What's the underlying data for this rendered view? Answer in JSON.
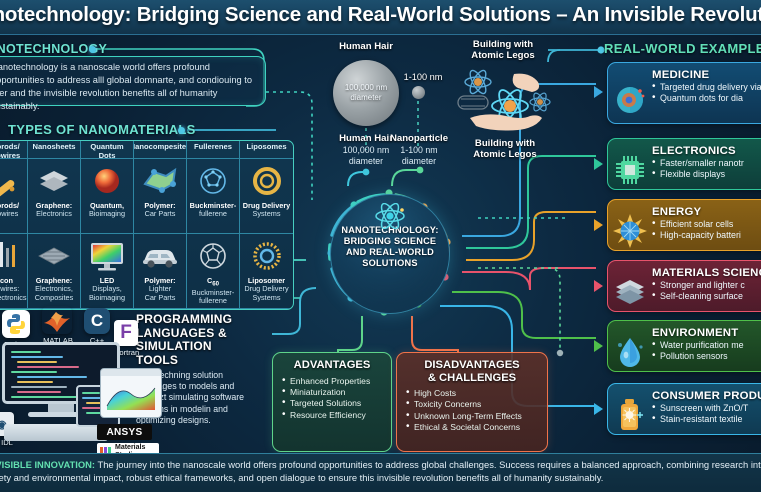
{
  "title": "Nanotechnology: Bridging Science and Real-World Solutions – An Invisible Revolution",
  "sections": {
    "nanotechnology_label": "NANOTECHNOLOGY",
    "types_label": "TYPES OF NANOMATERIALS",
    "examples_label": "REAL-WORLD EXAMPLES IN"
  },
  "intro": {
    "text": "Nanotechnology is a nanoscale world offers profound opportunities to address alll global domnarte, and condiouing to prer and the invisible revolution benefits all of humanity sustainably."
  },
  "nanomaterials": {
    "headers": [
      "Nanorods/\nNanowires",
      "Nanosheets",
      "Quantum Dots",
      "Nanocompesites",
      "Fullerenes",
      "Liposomes"
    ],
    "row1": [
      {
        "bold": "Nanorods/",
        "rest": "Nanowires"
      },
      {
        "bold": "Graphene:",
        "rest": "Electronics"
      },
      {
        "bold": "Quantum,",
        "rest": "Bioimaging"
      },
      {
        "bold": "Polymer:",
        "rest": "Car Parts"
      },
      {
        "bold": "Buckminster-",
        "rest": "fullerene"
      },
      {
        "bold": "Drug Delivery",
        "rest": "Systems"
      }
    ],
    "row2": [
      {
        "bold": "Silicon",
        "rest": "Nanowires:\nnanoelectronics"
      },
      {
        "bold": "Graphene:",
        "rest": "Electronics,\nComposites"
      },
      {
        "bold": "LED",
        "rest": "Displays,\nBioimaging"
      },
      {
        "bold": "Polymer:",
        "rest": "Lighter\nCar Parts"
      },
      {
        "bold": "C60",
        "rest": "Buckminster-\nfullerene"
      },
      {
        "bold": "Liposomer",
        "rest": "Drug Delivery\nSystems"
      }
    ]
  },
  "scale": {
    "hair_top_label": "Human Hair",
    "hair_inside": "100,000 nm\ndiameter",
    "hair_caption_title": "Human Hair",
    "hair_caption_sub": "100,000 nm\ndiameter",
    "nano_top_label": "1-100 nm",
    "nano_caption_title": "Nanoparticle",
    "nano_caption_sub": "1-100 nm\ndiameter",
    "legos_top_label": "Building with\nAtomic Legos",
    "legos_caption": "Building with\nAtomic Legos"
  },
  "hub": {
    "line1": "NANOTECHNOLOGY:",
    "line2": "BRIDGING SCIENCE",
    "line3": "AND REAL-WORLD",
    "line4": "SOLUTIONS"
  },
  "advantages": {
    "title": "ADVANTAGES",
    "items": [
      "Enhanced Properties",
      "Miniaturization",
      "Targeted Solutions",
      "Resource Efficiency"
    ]
  },
  "disadvantages": {
    "title_line1": "DISADVANTAGES",
    "title_line2": "& CHALLENGES",
    "items": [
      "High Costs",
      "Toxicity Concerns",
      "Unknown Long-Term Effects",
      "Ethical & Societal Concerns"
    ]
  },
  "programming": {
    "title_line1": "PROGRAMMING",
    "title_line2": "LANGUAGES &",
    "title_line3": "SIMULATION",
    "title_line4": "TOOLS",
    "body": "Nanotechning solution languages to models and optimizt simulating software elesigns in modelin and optimizing designs.",
    "languages": [
      "Python",
      "MATLAB",
      "C++",
      "Fortran",
      "IDL"
    ],
    "tools": [
      "ANSYS",
      "Materials Studio"
    ]
  },
  "examples": [
    {
      "name": "MEDICINE",
      "items": [
        "Targeted drug delivery",
        "via nanocapsules",
        "Quantum dots for diagnostics"
      ],
      "bullets": [
        "Targeted drug delivery\nvia nanocapsules",
        "Quantum dots for dia"
      ],
      "color": "#3aa8e0",
      "bg": "#0f3a5c",
      "icon": "nanocapsule-icon"
    },
    {
      "name": "ELECTRONICS",
      "bullets": [
        "Faster/smaller nanotr",
        "Flexible displays"
      ],
      "color": "#2fc79a",
      "bg": "#11493f",
      "icon": "microchip-icon"
    },
    {
      "name": "ENERGY",
      "bullets": [
        "Efficient solar cells",
        "High-capacity batteri"
      ],
      "color": "#e9a22a",
      "bg": "#8a5f14",
      "icon": "solar-sun-icon"
    },
    {
      "name": "MATERIALS SCIENC",
      "bullets": [
        "Stronger and lighter c",
        "Self-cleaning surface"
      ],
      "color": "#e8536b",
      "bg": "#6d2336",
      "icon": "layered-material-icon"
    },
    {
      "name": "ENVIRONMENT",
      "bullets": [
        "Water purification me",
        "Pollution sensors"
      ],
      "color": "#4fc04a",
      "bg": "#1d4a22",
      "icon": "water-drop-icon"
    },
    {
      "name": "CONSUMER PRODU",
      "bullets": [
        "Sunscreen with ZnO/T",
        "Stain-resistant textile"
      ],
      "color": "#39b6e8",
      "bg": "#12456a",
      "icon": "sunscreen-tube-icon"
    }
  ],
  "banner": {
    "label": "INVISIBLE INNOVATION:",
    "text": " The journey into the nanoscale world offers profound opportunities to address global challenges. Success requires a balanced approach, combining research into safety and environmental impact, robust ethical frameworks, and open dialogue to ensure this invisible revolution benefits all of humanity sustainably."
  },
  "colors": {
    "teal": "#3fd3c0",
    "cyan": "#4ec7e6",
    "green": "#5fd48a",
    "orange": "#f0a24a",
    "red": "#f0734a",
    "background": "#0c2235"
  }
}
